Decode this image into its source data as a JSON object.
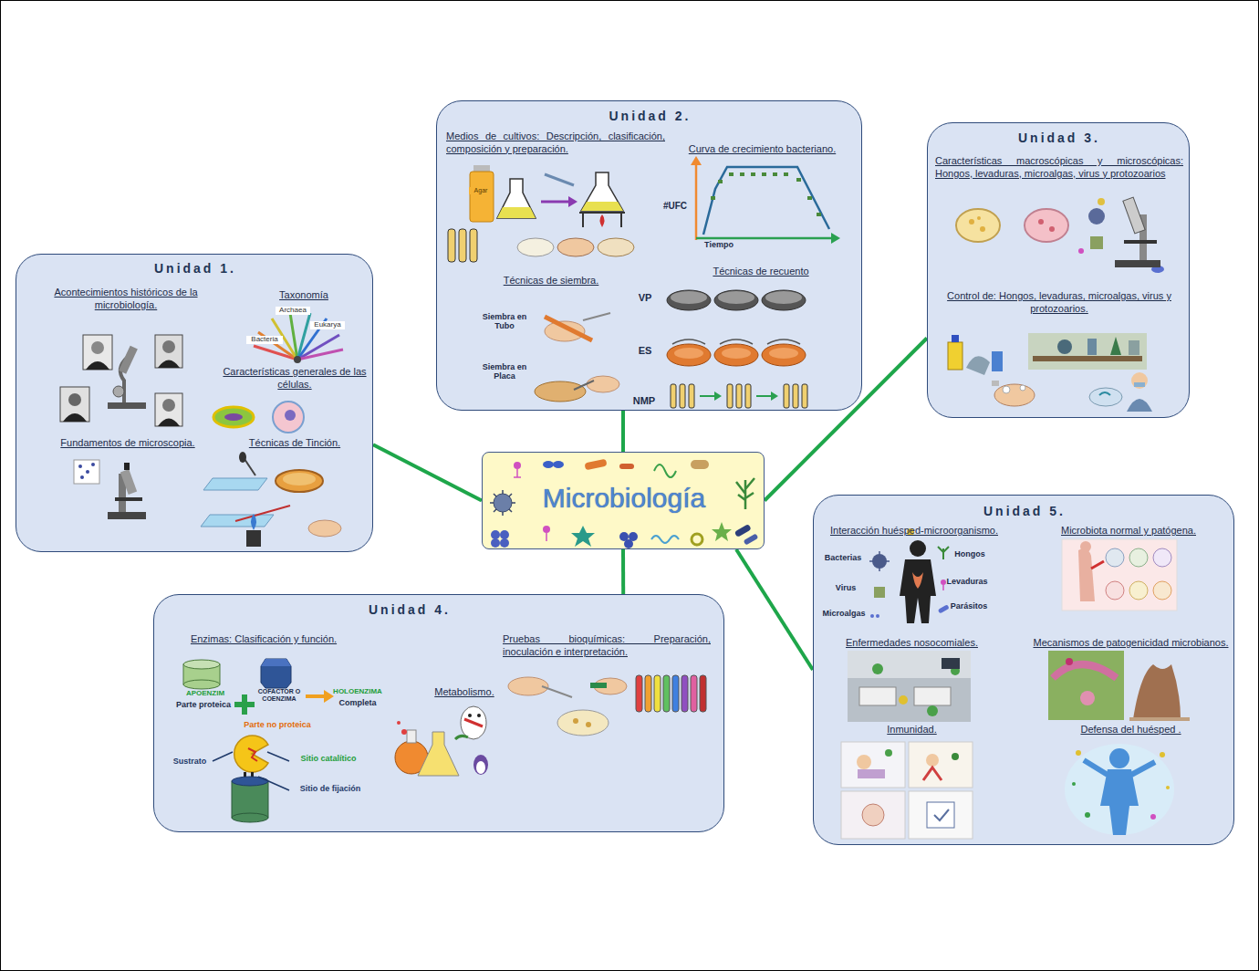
{
  "diagram": {
    "nodes": [
      {
        "text": [
          "Microbiología"
        ]
      },
      {
        "text": [
          "Unidad 1.",
          "Acontecimientos históricos de la microbiología.",
          "Taxonomía",
          "Características generales de las células.",
          "Fundamentos de microscopia.",
          "Técnicas de Tinción."
        ]
      },
      {
        "text": [
          "Unidad 2.",
          "Medios de cultivos: Descripción, clasificación, composición y preparación.",
          "Curva de crecimiento bacteriano.",
          "Técnicas de siembra.",
          "Técnicas de recuento"
        ]
      },
      {
        "text": [
          "Unidad 3.",
          "Características macroscópicas y microscópicas: Hongos, levaduras, microalgas, virus y protozoarios",
          "Control de: Hongos, levaduras, microalgas, virus y protozoarios."
        ]
      },
      {
        "text": [
          "Unidad 4.",
          "Enzimas: Clasificación y función.",
          "Metabolismo.",
          "Pruebas bioquímicas: Preparación, inoculación e interpretación."
        ]
      },
      {
        "text": [
          "Unidad 5.",
          "Interacción huésped-microorganismo.",
          "Microbiota normal y patógena.",
          "Enfermedades nosocomiales.",
          "Mecanismos de patogenicidad microbianos.",
          "Inmunidad.",
          "Defensa del huésped ."
        ]
      }
    ],
    "edges": [
      {
        "from": 0,
        "to": 1,
        "arrow": "none"
      },
      {
        "from": 0,
        "to": 2,
        "arrow": "none"
      },
      {
        "from": 0,
        "to": 3,
        "arrow": "none"
      },
      {
        "from": 0,
        "to": 4,
        "arrow": "none"
      },
      {
        "from": 0,
        "to": 5,
        "arrow": "none"
      }
    ],
    "labels": [
      "Bacteria",
      "Archaea",
      "Eukarya",
      "Agar",
      "#UFC",
      "Tiempo",
      "Siembra en Tubo",
      "Siembra en Placa",
      "VP",
      "ES",
      "NMP",
      "APOENZIM",
      "Parte proteica",
      "COFACTOR O COENZIMA",
      "Parte no proteica",
      "HOLOENZIMA",
      "Completa",
      "Sustrato",
      "Sitio catalítico",
      "Sitio de fijación",
      "Bacterias",
      "Hongos",
      "Virus",
      "Levaduras",
      "Microalgas",
      "Parásitos"
    ]
  }
}
